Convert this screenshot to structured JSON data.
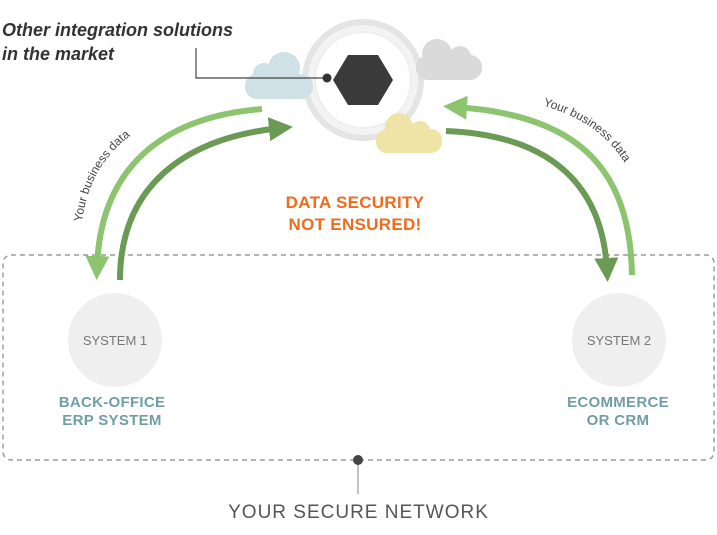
{
  "callout": {
    "line1": "Other integration solutions",
    "line2": "in the market"
  },
  "warning": {
    "line1": "DATA SECURITY",
    "line2": "NOT ENSURED!"
  },
  "arrow_labels": {
    "left": "Your business data",
    "right": "Your business data"
  },
  "systems": [
    {
      "circle_label": "SYSTEM 1",
      "line1": "BACK-OFFICE",
      "line2": "ERP SYSTEM"
    },
    {
      "circle_label": "SYSTEM 2",
      "line1": "ECOMMERCE",
      "line2": "OR CRM"
    }
  ],
  "network": {
    "label": "YOUR SECURE NETWORK"
  },
  "colors": {
    "warning": "#f26a1b",
    "system_label": "#6f9ea4",
    "arrow_light": "#8cc46f",
    "arrow_dark": "#6a9a54",
    "cloud_blue": "#cfe0e6",
    "cloud_gray": "#dadada",
    "cloud_yellow": "#f0e3a6",
    "hexagon": "#3a3a3a"
  }
}
